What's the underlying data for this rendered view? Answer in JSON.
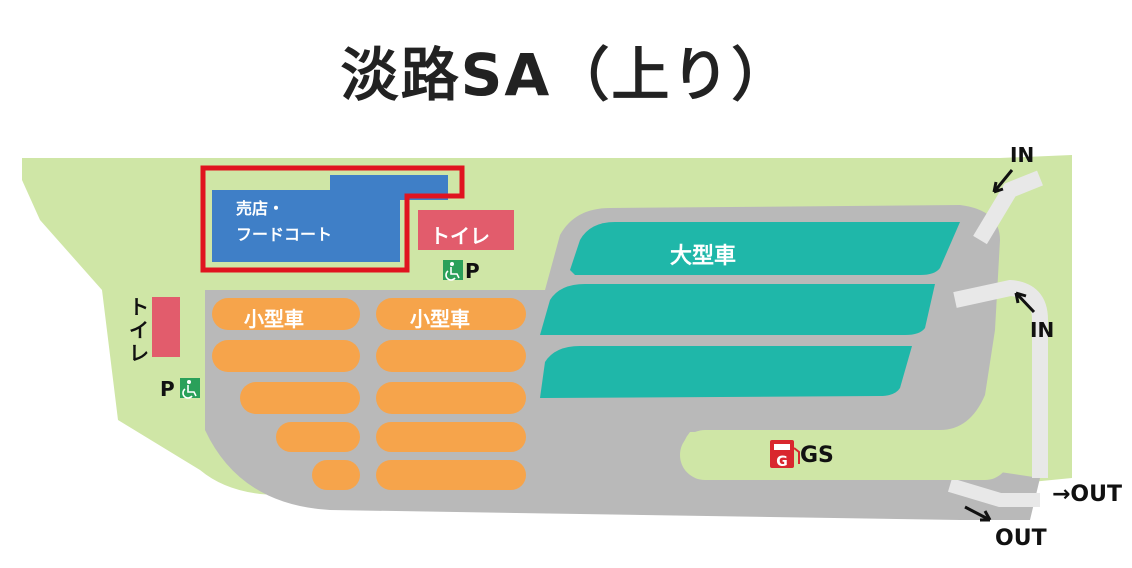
{
  "title": "淡路SA（上り）",
  "areas": {
    "store": "売店・\nフードコート",
    "toilet_main": "トイレ",
    "toilet_side": "トイレ",
    "large_parking": "大型車",
    "small_parking_1": "小型車",
    "small_parking_2": "小型車",
    "gas_station": "GS",
    "gas_icon_letter": "G"
  },
  "accessible_parking": {
    "main": "P",
    "side": "P"
  },
  "directions": {
    "in_top": "IN",
    "in_side": "IN",
    "out_right": "→OUT",
    "out_bottom": "OUT"
  },
  "colors": {
    "grass": "#cfe6a6",
    "road": "#b9b9b9",
    "large_lot": "#1fb7a9",
    "small_lot": "#f6a44b",
    "store": "#3f7fc7",
    "toilet": "#e25c6c",
    "highlight": "#e0141f",
    "accessible": "#2aa05a"
  }
}
